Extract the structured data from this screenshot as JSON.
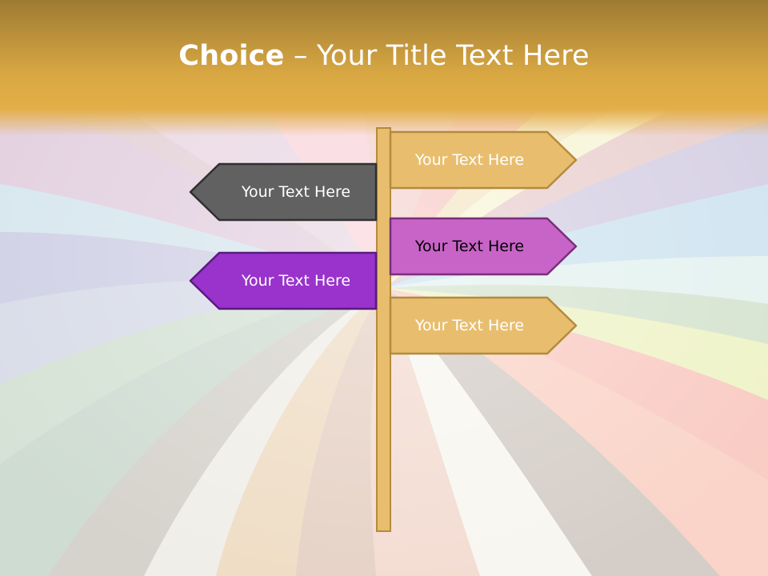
{
  "title": {
    "bold": "Choice",
    "rest": " – Your Title Text Here"
  },
  "signs": [
    {
      "label": "Your Text Here",
      "direction": "right",
      "fill": "#E8BE6E",
      "stroke": "#B48A3C",
      "text_color": "#FFFFFF"
    },
    {
      "label": "Your Text Here",
      "direction": "left",
      "fill": "#616161",
      "stroke": "#303030",
      "text_color": "#FFFFFF"
    },
    {
      "label": "Your Text Here",
      "direction": "right",
      "fill": "#C864C8",
      "stroke": "#7A2E7A",
      "text_color": "#000000"
    },
    {
      "label": "Your Text Here",
      "direction": "left",
      "fill": "#9933CC",
      "stroke": "#5A1A80",
      "text_color": "#FFFFFF"
    },
    {
      "label": "Your Text Here",
      "direction": "right",
      "fill": "#E8BE6E",
      "stroke": "#B48A3C",
      "text_color": "#FFFFFF"
    }
  ],
  "colors": {
    "header_top": "#A07A30",
    "header_bottom": "#E2AE45",
    "pole_fill": "#E8BE6E",
    "pole_stroke": "#B48A3C"
  }
}
